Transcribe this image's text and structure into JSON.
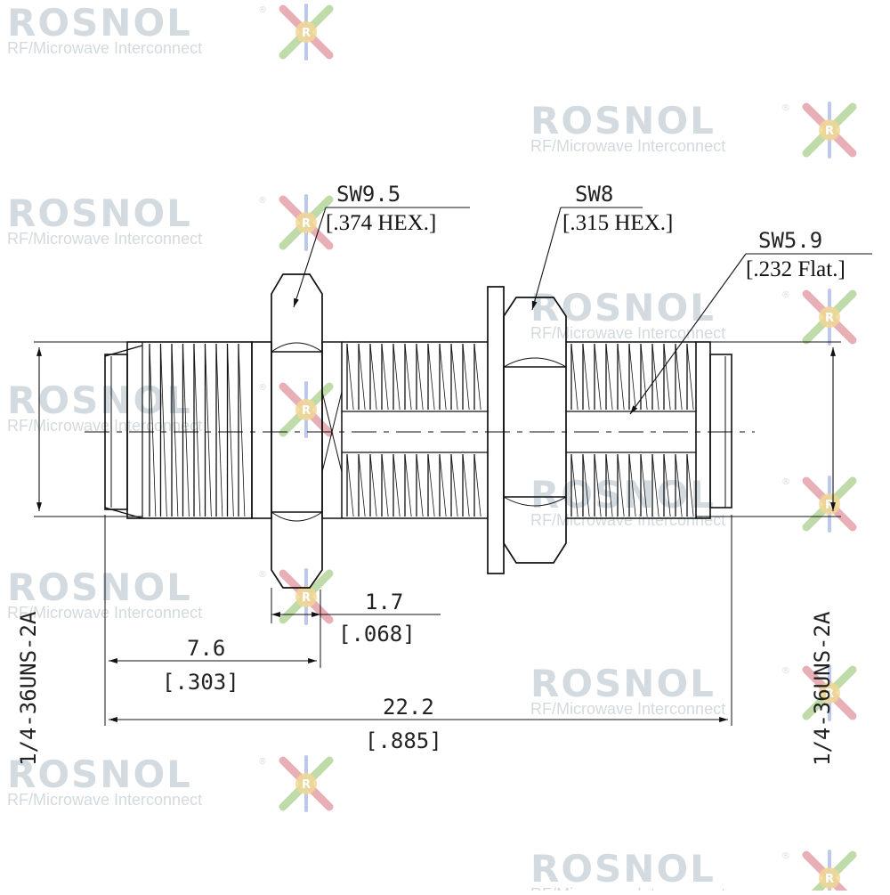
{
  "watermark": {
    "brand": "ROSNOL",
    "tagline": "RF/Microwave Interconnect",
    "registered": "®",
    "colors": {
      "text": "#cfd8de",
      "star_a": "#e6a7b0",
      "star_b": "#b9d8a0",
      "star_c": "#b7c3e8",
      "star_d": "#f0d48a"
    }
  },
  "callouts": {
    "sw1_label": "SW9.5",
    "sw1_inch": "[.374 HEX.]",
    "sw2_label": "SW8",
    "sw2_inch": "[.315 HEX.]",
    "sw3_label": "SW5.9",
    "sw3_inch": "[.232 Flat.]"
  },
  "dimensions": {
    "d1_mm": "1.7",
    "d1_in": "[.068]",
    "d2_mm": "7.6",
    "d2_in": "[.303]",
    "d3_mm": "22.2",
    "d3_in": "[.885]"
  },
  "threads": {
    "left": "1/4-36UNS-2A",
    "right": "1/4-36UNS-2A"
  }
}
